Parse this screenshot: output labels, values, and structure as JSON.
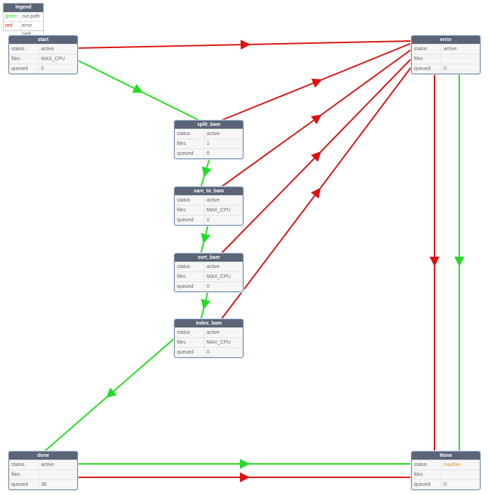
{
  "legend": {
    "title": "legend",
    "items": [
      {
        "key": "green",
        "value": "out path",
        "color": "#22dd22"
      },
      {
        "key": "red",
        "value": "error path",
        "color": "#dd1111"
      }
    ]
  },
  "field_labels": {
    "status": "status",
    "files": "files",
    "queued": "queued"
  },
  "nodes": {
    "start": {
      "title": "start",
      "status": "active",
      "files": "MAX_CPU",
      "queued": "0"
    },
    "error": {
      "title": "error",
      "status": "active",
      "files": "",
      "queued": "0"
    },
    "split_bam": {
      "title": "split_bam",
      "status": "active",
      "files": "1",
      "queued": "0"
    },
    "sam_to_bam": {
      "title": "sam_to_bam",
      "status": "active",
      "files": "MAX_CPU",
      "queued": "0"
    },
    "sort_bam": {
      "title": "sort_bam",
      "status": "active",
      "files": "MAX_CPU",
      "queued": "0"
    },
    "index_bam": {
      "title": "index_bam",
      "status": "active",
      "files": "MAX_CPU",
      "queued": "0"
    },
    "done": {
      "title": "done",
      "status": "active",
      "files": "",
      "queued": "36"
    },
    "none": {
      "title": "None",
      "status": "inactive",
      "files": "",
      "queued": "0"
    }
  },
  "edges": [
    {
      "from": "start",
      "to": "error",
      "type": "error"
    },
    {
      "from": "start",
      "to": "split_bam",
      "type": "out"
    },
    {
      "from": "split_bam",
      "to": "error",
      "type": "error"
    },
    {
      "from": "split_bam",
      "to": "sam_to_bam",
      "type": "out"
    },
    {
      "from": "sam_to_bam",
      "to": "error",
      "type": "error"
    },
    {
      "from": "sam_to_bam",
      "to": "sort_bam",
      "type": "out"
    },
    {
      "from": "sort_bam",
      "to": "error",
      "type": "error"
    },
    {
      "from": "sort_bam",
      "to": "index_bam",
      "type": "out"
    },
    {
      "from": "index_bam",
      "to": "error",
      "type": "error"
    },
    {
      "from": "index_bam",
      "to": "done",
      "type": "out"
    },
    {
      "from": "error",
      "to": "none",
      "type": "error"
    },
    {
      "from": "error",
      "to": "none",
      "type": "out"
    },
    {
      "from": "done",
      "to": "none",
      "type": "out"
    },
    {
      "from": "done",
      "to": "none",
      "type": "error"
    }
  ],
  "colors": {
    "out_path": "#22dd22",
    "error_path": "#dd1111",
    "node_header": "#5b6577",
    "node_border": "#6d88ac",
    "inactive": "#ef8c1a"
  }
}
